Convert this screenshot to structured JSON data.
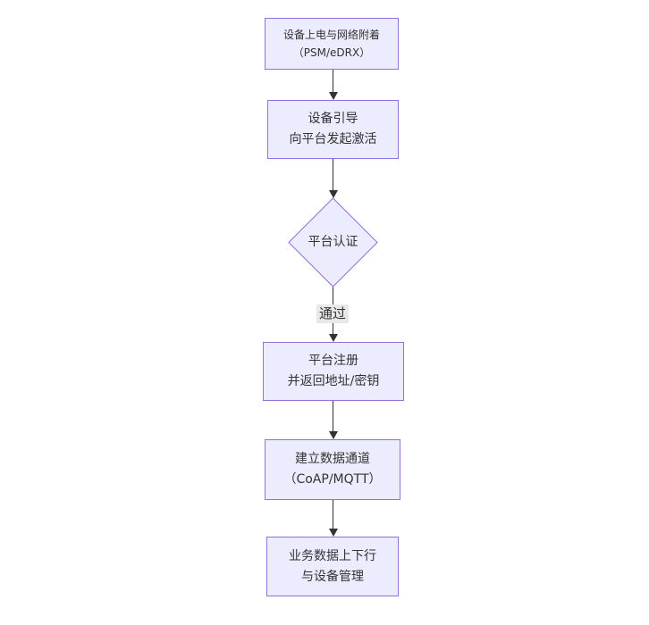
{
  "diagram": {
    "type": "flowchart",
    "direction": "top-down",
    "colors": {
      "background": "#ffffff",
      "node_fill": "#ECECFF",
      "node_border": "#9370DB",
      "arrow": "#333333",
      "text": "#333333",
      "edge_label_bg": "#e8e8e8"
    },
    "nodes": [
      {
        "id": "power-attach",
        "shape": "rect",
        "lines": [
          "设备上电与网络附着",
          "（PSM/eDRX）"
        ]
      },
      {
        "id": "bootstrap",
        "shape": "rect",
        "lines": [
          "设备引导",
          "向平台发起激活"
        ]
      },
      {
        "id": "platform-auth",
        "shape": "diamond",
        "lines": [
          "平台认证"
        ]
      },
      {
        "id": "platform-register",
        "shape": "rect",
        "lines": [
          "平台注册",
          "并返回地址/密钥"
        ]
      },
      {
        "id": "data-channel",
        "shape": "rect",
        "lines": [
          "建立数据通道",
          "（CoAP/MQTT）"
        ]
      },
      {
        "id": "business-ops",
        "shape": "rect",
        "lines": [
          "业务数据上下行",
          "与设备管理"
        ]
      }
    ],
    "edges": [
      {
        "from": "power-attach",
        "to": "bootstrap",
        "label": ""
      },
      {
        "from": "bootstrap",
        "to": "platform-auth",
        "label": ""
      },
      {
        "from": "platform-auth",
        "to": "platform-register",
        "label": "通过"
      },
      {
        "from": "platform-register",
        "to": "data-channel",
        "label": ""
      },
      {
        "from": "data-channel",
        "to": "business-ops",
        "label": ""
      }
    ]
  }
}
